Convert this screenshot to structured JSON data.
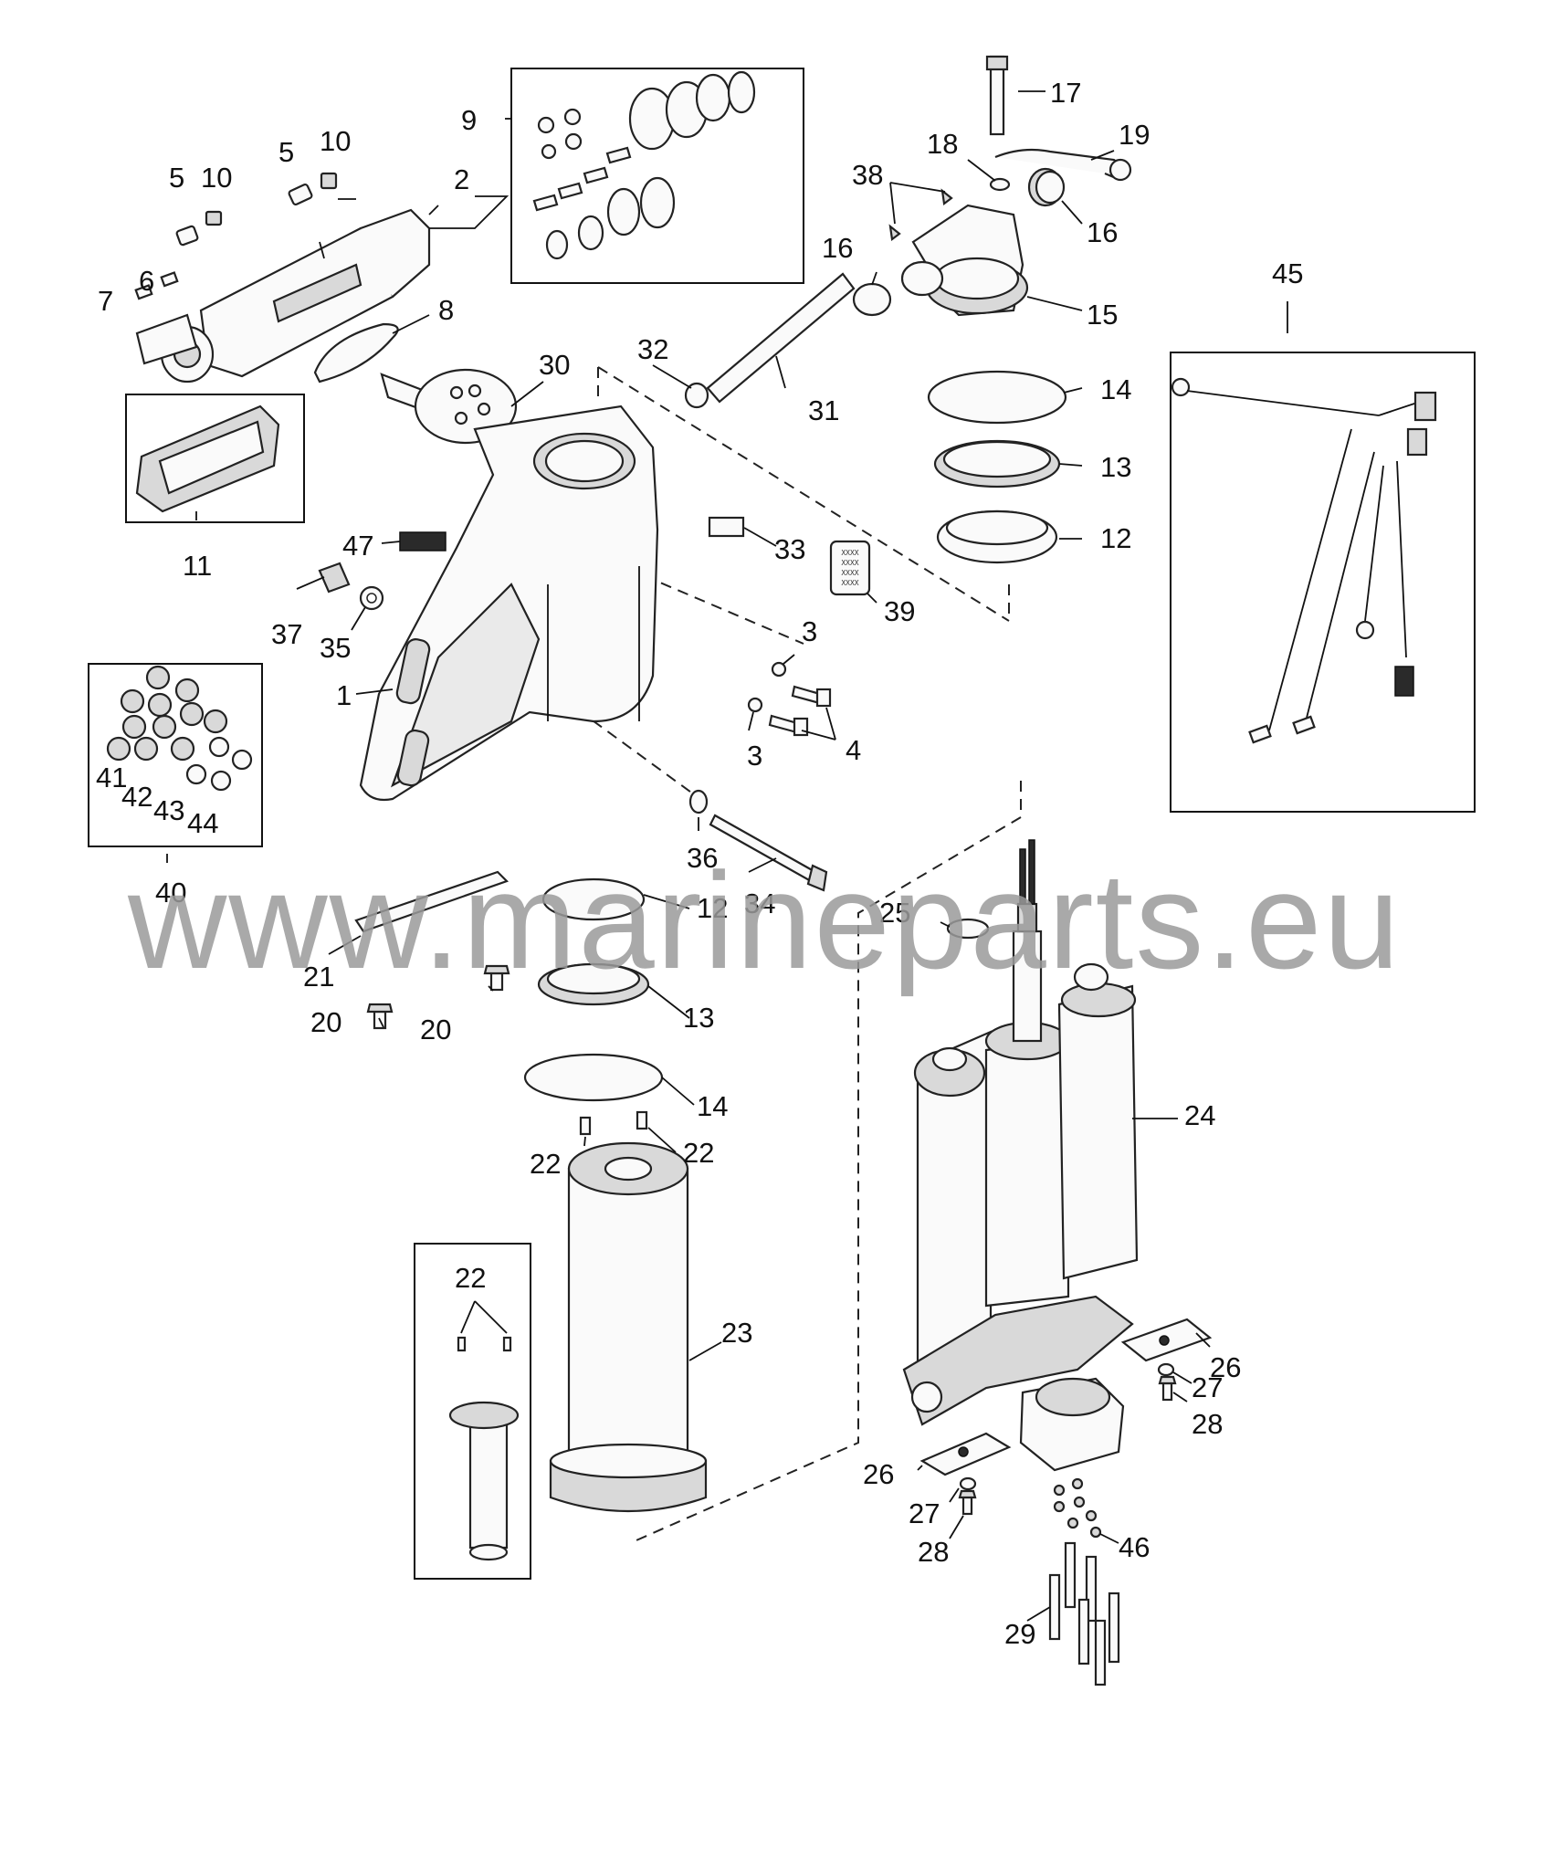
{
  "watermark": "www.marineparts.eu",
  "decal_text": "XXXX",
  "callouts": [
    {
      "id": "c1",
      "text": "1"
    },
    {
      "id": "c2",
      "text": "2"
    },
    {
      "id": "c3a",
      "text": "3"
    },
    {
      "id": "c3b",
      "text": "3"
    },
    {
      "id": "c4",
      "text": "4"
    },
    {
      "id": "c5a",
      "text": "5"
    },
    {
      "id": "c5b",
      "text": "5"
    },
    {
      "id": "c6",
      "text": "6"
    },
    {
      "id": "c7",
      "text": "7"
    },
    {
      "id": "c8",
      "text": "8"
    },
    {
      "id": "c9",
      "text": "9"
    },
    {
      "id": "c10a",
      "text": "10"
    },
    {
      "id": "c10b",
      "text": "10"
    },
    {
      "id": "c11",
      "text": "11"
    },
    {
      "id": "c12a",
      "text": "12"
    },
    {
      "id": "c12b",
      "text": "12"
    },
    {
      "id": "c13a",
      "text": "13"
    },
    {
      "id": "c13b",
      "text": "13"
    },
    {
      "id": "c14a",
      "text": "14"
    },
    {
      "id": "c14b",
      "text": "14"
    },
    {
      "id": "c15",
      "text": "15"
    },
    {
      "id": "c16a",
      "text": "16"
    },
    {
      "id": "c16b",
      "text": "16"
    },
    {
      "id": "c17",
      "text": "17"
    },
    {
      "id": "c18",
      "text": "18"
    },
    {
      "id": "c19",
      "text": "19"
    },
    {
      "id": "c20a",
      "text": "20"
    },
    {
      "id": "c20b",
      "text": "20"
    },
    {
      "id": "c21",
      "text": "21"
    },
    {
      "id": "c22a",
      "text": "22"
    },
    {
      "id": "c22b",
      "text": "22"
    },
    {
      "id": "c22c",
      "text": "22"
    },
    {
      "id": "c23",
      "text": "23"
    },
    {
      "id": "c24",
      "text": "24"
    },
    {
      "id": "c25",
      "text": "25"
    },
    {
      "id": "c26a",
      "text": "26"
    },
    {
      "id": "c26b",
      "text": "26"
    },
    {
      "id": "c27a",
      "text": "27"
    },
    {
      "id": "c27b",
      "text": "27"
    },
    {
      "id": "c28a",
      "text": "28"
    },
    {
      "id": "c28b",
      "text": "28"
    },
    {
      "id": "c29",
      "text": "29"
    },
    {
      "id": "c30",
      "text": "30"
    },
    {
      "id": "c31",
      "text": "31"
    },
    {
      "id": "c32",
      "text": "32"
    },
    {
      "id": "c33",
      "text": "33"
    },
    {
      "id": "c34",
      "text": "34"
    },
    {
      "id": "c35",
      "text": "35"
    },
    {
      "id": "c36",
      "text": "36"
    },
    {
      "id": "c37",
      "text": "37"
    },
    {
      "id": "c38",
      "text": "38"
    },
    {
      "id": "c39",
      "text": "39"
    },
    {
      "id": "c40",
      "text": "40"
    },
    {
      "id": "c41",
      "text": "41"
    },
    {
      "id": "c42",
      "text": "42"
    },
    {
      "id": "c43",
      "text": "43"
    },
    {
      "id": "c44",
      "text": "44"
    },
    {
      "id": "c45",
      "text": "45"
    },
    {
      "id": "c46",
      "text": "46"
    },
    {
      "id": "c47",
      "text": "47"
    }
  ]
}
